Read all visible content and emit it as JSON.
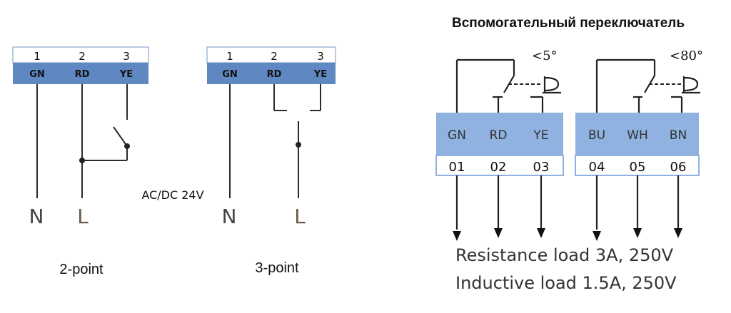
{
  "two_point": {
    "terminals": [
      {
        "num": "1",
        "code": "GN"
      },
      {
        "num": "2",
        "code": "RD"
      },
      {
        "num": "3",
        "code": "YE"
      }
    ],
    "neutral": "N",
    "live": "L",
    "caption": "2-point"
  },
  "three_point": {
    "terminals": [
      {
        "num": "1",
        "code": "GN"
      },
      {
        "num": "2",
        "code": "RD"
      },
      {
        "num": "3",
        "code": "YE"
      }
    ],
    "neutral": "N",
    "live": "L",
    "caption": "3-point"
  },
  "supply_label": "AC/DC 24V",
  "aux_switch": {
    "title": "Вспомогательный переключатель",
    "switch_a_angle": "<5°",
    "switch_b_angle": "<80°",
    "block_a": {
      "colors": [
        "GN",
        "RD",
        "YE"
      ],
      "numbers": [
        "01",
        "02",
        "03"
      ]
    },
    "block_b": {
      "colors": [
        "BU",
        "WH",
        "BN"
      ],
      "numbers": [
        "04",
        "05",
        "06"
      ]
    },
    "load_lines": [
      "Resistance load 3A, 250V",
      "Inductive load 1.5A, 250V"
    ]
  },
  "colors": {
    "terminal_strip": "#5f87c1",
    "terminal_strip_light": "#8eb0de",
    "aux_block": "#8fb2e0",
    "wire": "#2b2b2b"
  }
}
